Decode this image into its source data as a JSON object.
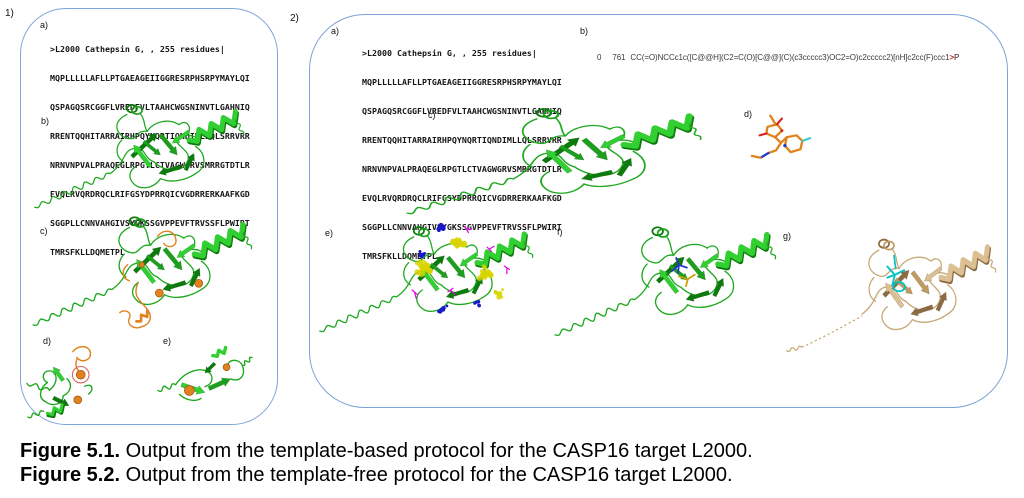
{
  "figure_labels": {
    "panel1": "1)",
    "panel2": "2)"
  },
  "panel1": {
    "labels": {
      "a": "a)",
      "b": "b)",
      "c": "c)",
      "d": "d)",
      "e": "e)"
    }
  },
  "panel2": {
    "labels": {
      "a": "a)",
      "b": "b)",
      "c": "c)",
      "d": "d)",
      "e": "e)",
      "f": "f)",
      "g": "g)"
    }
  },
  "sequence": {
    "header": ">L2000 Cathepsin G, , 255 residues|",
    "lines": [
      "MQPLLLLLAFLLPTGAEAGEIIGGRESRPHSRPYMAYLQI",
      "QSPAGQSRCGGFLVREDFVLTAAHCWGSNINVTLGAHNIQ",
      "RRENTQQHITARRAIRHPQYNQRTIQNDIMLLQLSRRVRR",
      "NRNVNPVALPRAQEGLRPGTLCTVAGWGRVSMRRGTDTLR",
      "EVQLRVQRDRQCLRIFGSYDPRRQICVGDRRERKAAFKGD",
      "SGGPLLCNNVAHGIVSYGKSSGVPPEVFTRVSSFLPWIRT",
      "TMRSFKLLDQMETPL"
    ]
  },
  "smiles": {
    "index": "0",
    "number": "761",
    "text": "CC(=O)NCCc1c([C@@H](C2=C(O)[C@@](C)(c3ccccc3)OC2=O)c2ccccc2)[nH]c2cc(F)ccc1",
    "separator": ">",
    "suffix": "P"
  },
  "captions": [
    {
      "bold": "Figure 5.1.",
      "text": " Output from the template-based protocol for the CASP16 target L2000."
    },
    {
      "bold": "Figure 5.2.",
      "text": " Output from the template-free protocol for the CASP16 target L2000."
    }
  ],
  "colors": {
    "panel_border": "#7da4d8",
    "protein_green": "#1ea81e",
    "protein_green_dark": "#0c7a0c",
    "protein_green_light": "#32cf32",
    "protein_wheat": "#c8a876",
    "highlight_orange": "#e0821e",
    "pocket_yellow": "#d8d400",
    "cluster_blue": "#1818cc",
    "stick_magenta": "#e800e8",
    "ligand_cyan": "#00c4c4",
    "separator_red": "#cc2200",
    "red_circle": "#e06060"
  },
  "structures": {
    "s1b": {
      "kind": "protein",
      "palette": "green",
      "extras": []
    },
    "s1c": {
      "kind": "protein",
      "palette": "green",
      "extras": [
        "orange"
      ]
    },
    "s1d": {
      "kind": "fragmentD",
      "palette": "green",
      "extras": []
    },
    "s1e": {
      "kind": "fragmentE",
      "palette": "green",
      "extras": []
    },
    "s2c": {
      "kind": "protein",
      "palette": "green",
      "extras": []
    },
    "s2d": {
      "kind": "molecule",
      "palette": "orange",
      "extras": []
    },
    "s2e": {
      "kind": "protein",
      "palette": "green",
      "extras": [
        "pockets"
      ]
    },
    "s2f": {
      "kind": "protein",
      "palette": "green",
      "extras": [
        "ligand"
      ]
    },
    "s2g": {
      "kind": "protein",
      "palette": "wheat",
      "extras": [
        "cyanLigand",
        "dashedTail"
      ]
    }
  }
}
